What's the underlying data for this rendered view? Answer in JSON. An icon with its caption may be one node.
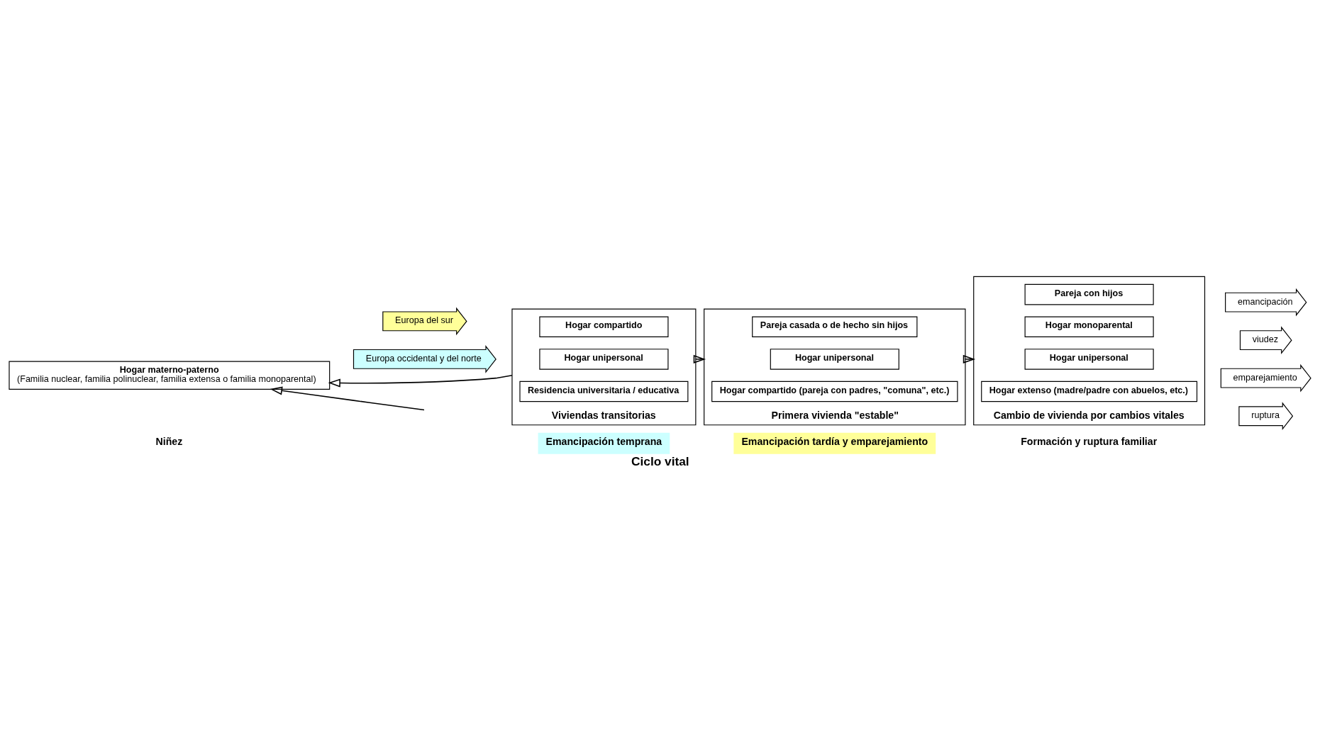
{
  "diagram": {
    "caption": "Ciclo vital",
    "nodes": [
      {
        "text": [
          "Hogar materno-paterno",
          "(Familia nuclear, familia polinuclear, familia extensa o familia monoparental)"
        ]
      },
      {
        "text": [
          "Europa del sur"
        ]
      },
      {
        "text": [
          "Europa occidental y del norte"
        ]
      },
      {
        "text": [
          "Viviendas transitorias"
        ]
      },
      {
        "text": [
          "Hogar compartido"
        ],
        "in": 3
      },
      {
        "text": [
          "Hogar unipersonal"
        ],
        "in": 3
      },
      {
        "text": [
          "Residencia universitaria / educativa"
        ],
        "in": 3
      },
      {
        "text": [
          "Primera vivienda \"estable\""
        ]
      },
      {
        "text": [
          "Pareja casada o de hecho sin hijos"
        ],
        "in": 7
      },
      {
        "text": [
          "Hogar unipersonal"
        ],
        "in": 7
      },
      {
        "text": [
          "Hogar compartido (pareja con padres, \"comuna\", etc.)"
        ],
        "in": 7
      },
      {
        "text": [
          "Cambio de vivienda por cambios vitales"
        ]
      },
      {
        "text": [
          "Pareja con hijos"
        ],
        "in": 11
      },
      {
        "text": [
          "Hogar monoparental"
        ],
        "in": 11
      },
      {
        "text": [
          "Hogar unipersonal"
        ],
        "in": 11
      },
      {
        "text": [
          "Hogar extenso (madre/padre con abuelos, etc.)"
        ],
        "in": 11
      },
      {
        "text": [
          "emancipación"
        ]
      },
      {
        "text": [
          "viudez"
        ]
      },
      {
        "text": [
          "emparejamiento"
        ]
      },
      {
        "text": [
          "ruptura"
        ]
      }
    ],
    "edges": [
      {
        "from": 3,
        "to": 7,
        "arrow": "to"
      },
      {
        "from": 7,
        "to": 11,
        "arrow": "to"
      },
      {
        "from": 3,
        "to": 0,
        "arrow": "to"
      },
      {
        "from": null,
        "to": 0,
        "arrow": "to"
      }
    ],
    "labels": [
      "Niñez",
      "Emancipación temprana",
      "Emancipación tardía y emparejamiento",
      "Formación y ruptura familiar"
    ]
  }
}
